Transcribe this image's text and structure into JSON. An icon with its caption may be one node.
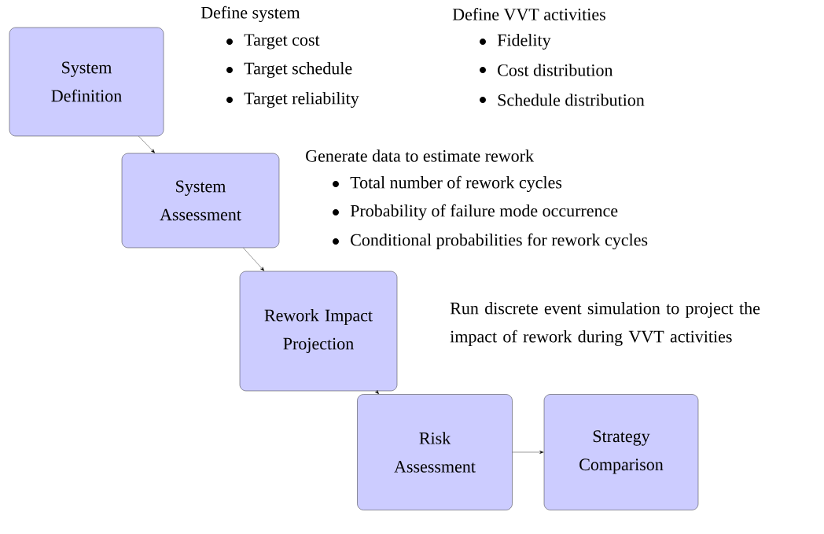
{
  "diagram": {
    "nodes": [
      {
        "text": [
          "System Definition"
        ]
      },
      {
        "text": [
          "System Assessment"
        ]
      },
      {
        "text": [
          "Rework Impact Projection"
        ]
      },
      {
        "text": [
          "Risk Assessment"
        ]
      },
      {
        "text": [
          "Strategy Comparison"
        ]
      }
    ],
    "edges": [
      {
        "from": 0,
        "to": 1,
        "arrow": "to"
      },
      {
        "from": 1,
        "to": 2,
        "arrow": "to"
      },
      {
        "from": 2,
        "to": 3,
        "arrow": "to"
      },
      {
        "from": 3,
        "to": 4,
        "arrow": "to"
      }
    ],
    "labels": [
      "Define system",
      "Target cost",
      "Target schedule",
      "Target reliability",
      "Define VVT activities",
      "Fidelity",
      "Cost distribution",
      "Schedule distribution",
      "Generate data to estimate rework",
      "Total number of rework cycles",
      "Probability of failure mode occurrence",
      "Conditional probabilities for rework cycles",
      "Run discrete event simulation to project the impact of rework during VVT activities"
    ]
  }
}
